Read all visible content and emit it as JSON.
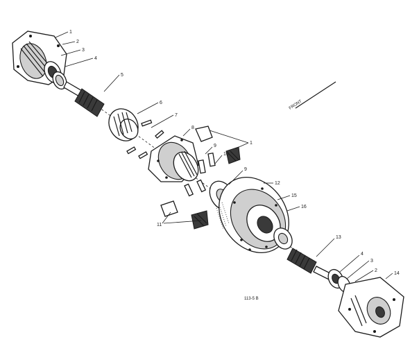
{
  "callouts": {
    "c1a": "1",
    "c2a": "2",
    "c3a": "3",
    "c4a": "4",
    "c5": "5",
    "c6a": "6",
    "c7": "7",
    "c8": "8",
    "c9a": "9",
    "c10": "10",
    "c1b": "1",
    "c9b": "9",
    "c12": "12",
    "c15": "15",
    "c16": "16",
    "c11": "11",
    "c13": "13",
    "c4b": "4",
    "c3b": "3",
    "c2b": "2",
    "c14": "14"
  },
  "front_label": "FRONT",
  "figure_code": "113-5 B"
}
